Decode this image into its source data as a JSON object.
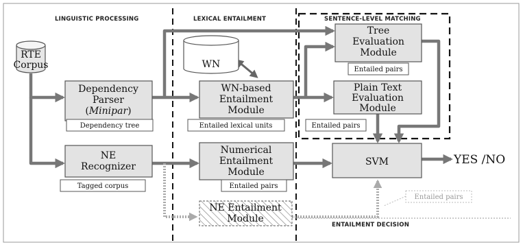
{
  "headers": {
    "linguistic": "LINGUISTIC PROCESSING",
    "lexical": "LEXICAL ENTAILMENT",
    "sentence": "SENTENCE-LEVEL MATCHING",
    "decision": "ENTAILMENT DECISION"
  },
  "corpus": {
    "line1": "RTE",
    "line2": "Corpus"
  },
  "wn": "WN",
  "modules": {
    "dep_parser": {
      "line1": "Dependency",
      "line2": "Parser",
      "line3": "Minipar"
    },
    "ne_recognizer": {
      "line1": "NE",
      "line2": "Recognizer"
    },
    "wn_module": {
      "line1": "WN-based",
      "line2": "Entailment",
      "line3": "Module"
    },
    "numerical": {
      "line1": "Numerical",
      "line2": "Entailment",
      "line3": "Module"
    },
    "ne_entailment": {
      "line1": "NE Entailment",
      "line2": "Module"
    },
    "tree_eval": {
      "line1": "Tree",
      "line2": "Evaluation",
      "line3": "Module"
    },
    "plain_eval": {
      "line1": "Plain Text",
      "line2": "Evaluation",
      "line3": "Module"
    },
    "svm": "SVM"
  },
  "labels": {
    "dependency_tree": "Dependency tree",
    "tagged_corpus": "Tagged corpus",
    "entailed_lexical": "Entailed lexical units",
    "entailed_pairs_numeric": "Entailed pairs",
    "entailed_pairs_tree": "Entailed pairs",
    "entailed_pairs_plain": "Entailed pairs",
    "entailed_pairs_ne": "Entailed pairs"
  },
  "output": "YES /NO"
}
